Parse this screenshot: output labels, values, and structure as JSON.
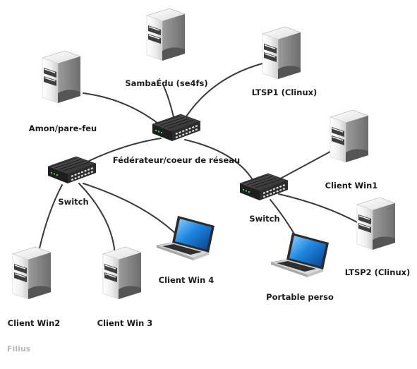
{
  "nodes": {
    "sambaedu": {
      "label": "SambaÉdu (se4fs)",
      "kind": "server"
    },
    "ltsp1": {
      "label": "LTSP1 (Clinux)",
      "kind": "server"
    },
    "amon": {
      "label": "Amon/pare-feu",
      "kind": "server"
    },
    "federateur": {
      "label": "Fédérateur/coeur de réseau",
      "kind": "switch"
    },
    "switch_left": {
      "label": "Switch",
      "kind": "switch"
    },
    "switch_right": {
      "label": "Switch",
      "kind": "switch"
    },
    "client_win1": {
      "label": "Client Win1",
      "kind": "server"
    },
    "ltsp2": {
      "label": "LTSP2 (Clinux)",
      "kind": "server"
    },
    "client_win2": {
      "label": "Client Win2",
      "kind": "server"
    },
    "client_win3": {
      "label": "Client Win 3",
      "kind": "server"
    },
    "client_win4": {
      "label": "Client Win 4",
      "kind": "laptop"
    },
    "portable_perso": {
      "label": "Portable perso",
      "kind": "laptop"
    }
  },
  "links": [
    [
      "federateur",
      "sambaedu"
    ],
    [
      "federateur",
      "ltsp1"
    ],
    [
      "federateur",
      "amon"
    ],
    [
      "federateur",
      "switch_left"
    ],
    [
      "federateur",
      "switch_right"
    ],
    [
      "switch_left",
      "client_win2"
    ],
    [
      "switch_left",
      "client_win3"
    ],
    [
      "switch_left",
      "client_win4"
    ],
    [
      "switch_right",
      "client_win1"
    ],
    [
      "switch_right",
      "ltsp2"
    ],
    [
      "switch_right",
      "portable_perso"
    ]
  ],
  "footer": {
    "text": "Filius"
  }
}
